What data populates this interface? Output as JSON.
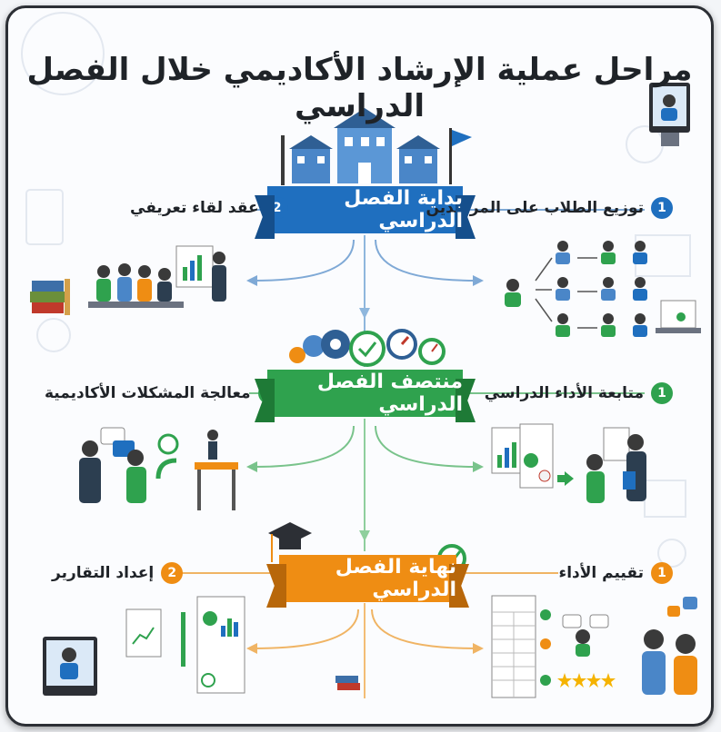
{
  "title": "مراحل عملية الإرشاد الأكاديمي خلال الفصل الدراسي",
  "stages": [
    {
      "label": "بداية الفصل الدراسي",
      "color": "#1f6fbf",
      "steps": [
        {
          "num": "1",
          "label": "توزيع الطلاب على المرشدين"
        },
        {
          "num": "2",
          "label": "عقد لقاء تعريفي"
        }
      ]
    },
    {
      "label": "منتصف الفصل الدراسي",
      "color": "#2fa24e",
      "steps": [
        {
          "num": "1",
          "label": "متابعة الأداء الدراسي"
        },
        {
          "num": "2",
          "label": "معالجة المشكلات الأكاديمية"
        }
      ]
    },
    {
      "label": "نهاية الفصل الدراسي",
      "color": "#ef8d13",
      "steps": [
        {
          "num": "1",
          "label": "تقييم الأداء"
        },
        {
          "num": "2",
          "label": "إعداد التقارير"
        }
      ]
    }
  ],
  "icons": [
    "school-buildings-icon",
    "flag-icon",
    "students-distribution-icon",
    "meeting-presentation-icon",
    "gears-gauges-icon",
    "performance-report-icon",
    "hurdle-problem-icon",
    "graduation-cap-icon",
    "checkmark-badge-icon",
    "evaluation-checklist-icon",
    "star-rating-icon",
    "report-documents-icon",
    "laptop-advisor-icon"
  ]
}
